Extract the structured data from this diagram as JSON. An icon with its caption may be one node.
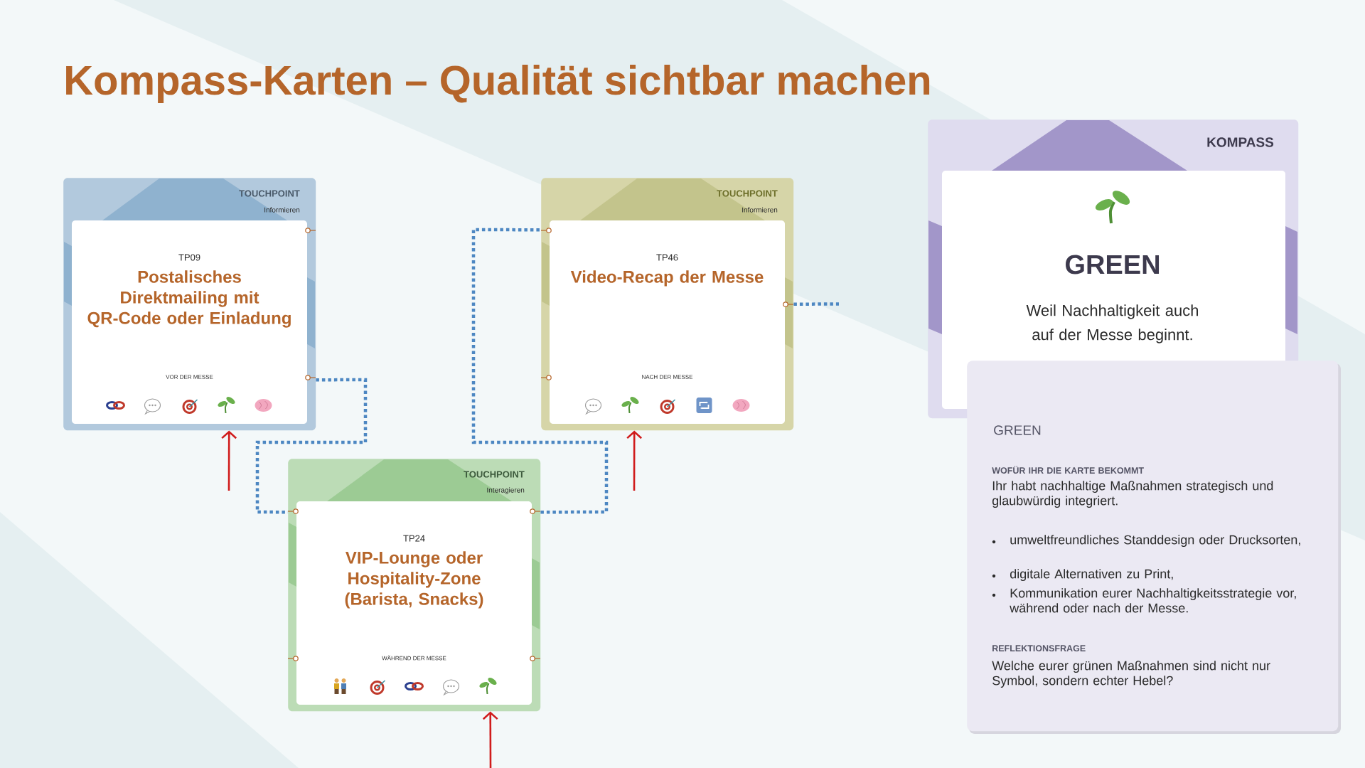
{
  "diagram": {
    "title": "Kompass-Karten – Qualität sichtbar machen",
    "nodes": [
      {
        "text": [
          "TOUCHPOINT",
          "Informieren",
          "TP09",
          "Postalisches Direktmailing mit QR-Code oder Einladung",
          "VOR DER MESSE"
        ]
      },
      {
        "text": [
          "TOUCHPOINT",
          "Informieren",
          "TP46",
          "Video-Recap der Messe",
          "NACH DER MESSE"
        ]
      },
      {
        "text": [
          "TOUCHPOINT",
          "Interagieren",
          "TP24",
          "VIP-Lounge oder Hospitality-Zone (Barista, Snacks)",
          "WÄHREND DER MESSE"
        ]
      },
      {
        "text": [
          "KOMPASS",
          "GREEN",
          "Weil Nachhaltigkeit auch auf der Messe beginnt."
        ]
      },
      {
        "text": [
          "GREEN",
          "WOFÜR IHR DIE KARTE BEKOMMT",
          "Ihr habt nachhaltige Maßnahmen strategisch und glaubwürdig integriert.",
          "umweltfreundliches Standdesign oder Drucksorten,",
          "digitale Alternativen zu Print,",
          "Kommunikation eurer Nachhaltigkeitsstrategie vor, während oder nach der Messe.",
          "REFLEKTIONSFRAGE",
          "Welche eurer grünen Maßnahmen sind nicht nur Symbol, sondern echter Hebel?"
        ]
      }
    ],
    "edges": [
      {
        "from": 0,
        "to": 2,
        "arrow": "none",
        "style": "dashed"
      },
      {
        "from": 2,
        "to": 1,
        "arrow": "none",
        "style": "dashed"
      },
      {
        "from": 1,
        "to": null,
        "arrow": "none",
        "style": "dashed"
      },
      {
        "from": null,
        "to": 0,
        "arrow": "to",
        "color": "#d01c1c"
      },
      {
        "from": null,
        "to": 1,
        "arrow": "to",
        "color": "#d01c1c"
      },
      {
        "from": null,
        "to": 2,
        "arrow": "to",
        "color": "#d01c1c"
      }
    ]
  }
}
